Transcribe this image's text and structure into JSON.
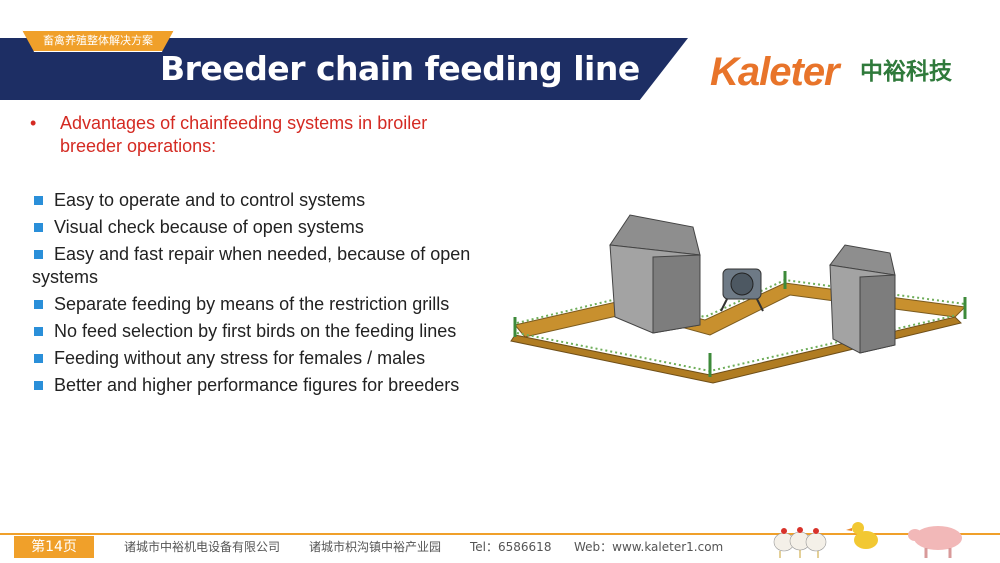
{
  "header": {
    "tab_label": "畜禽养殖整体解决方案",
    "title": "Breeder chain feeding line"
  },
  "logo": {
    "name_en": "Kaleter",
    "name_cn": "中裕科技"
  },
  "content": {
    "intro_bullet": "•",
    "intro": "Advantages of chainfeeding systems in broiler breeder operations:",
    "advantages": [
      "Easy to operate and to control systems",
      "Visual check because of open systems",
      "Easy and fast repair when needed, because of open systems",
      "Separate feeding by means of the restriction grills",
      "No feed selection by first birds on the feeding lines",
      "Feeding without any stress for females / males",
      "Better and higher performance figures for breeders"
    ]
  },
  "footer": {
    "page": "第14页",
    "company": "诸城市中裕机电设备有限公司",
    "address": "诸城市枳沟镇中裕产业园",
    "tel": "Tel：6586618",
    "web": "Web：www.kaleter1.com"
  },
  "colors": {
    "navy": "#1d2e64",
    "orange": "#f0a02a",
    "red_text": "#d42a22",
    "bullet_blue": "#2a8fd9",
    "logo_orange": "#e8742a",
    "logo_green": "#2f7a3b"
  }
}
